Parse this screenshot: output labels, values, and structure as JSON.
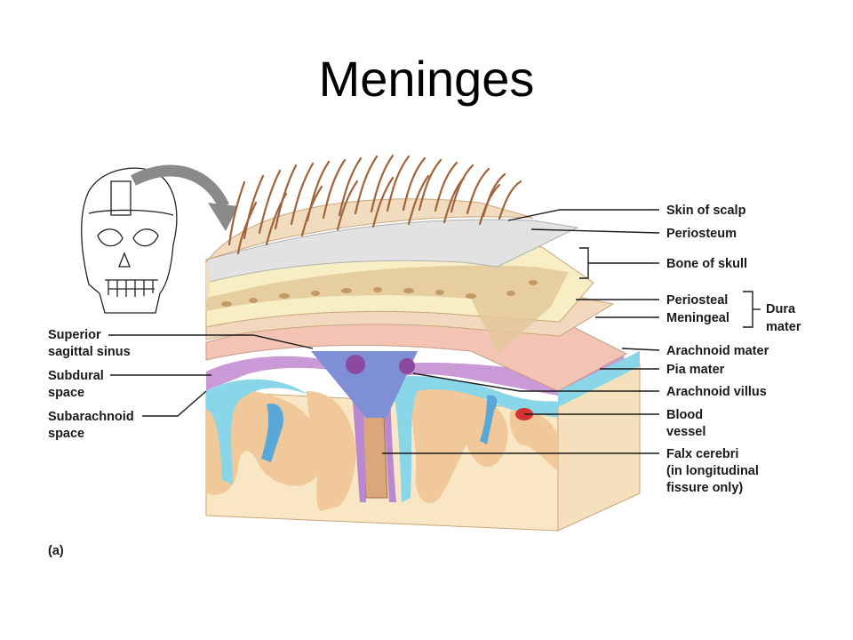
{
  "title": "Meninges",
  "panel_label": "(a)",
  "labels": {
    "skin_of_scalp": "Skin of scalp",
    "periosteum": "Periosteum",
    "bone_of_skull": "Bone of skull",
    "periosteal": "Periosteal",
    "meningeal": "Meningeal",
    "dura_line1": "Dura",
    "dura_line2": "mater",
    "arachnoid_mater": "Arachnoid mater",
    "pia_mater": "Pia mater",
    "arachnoid_villus": "Arachnoid villus",
    "blood_line1": "Blood",
    "blood_line2": "vessel",
    "falx_line1": "Falx cerebri",
    "falx_line2": "(in longitudinal",
    "falx_line3": "fissure only)",
    "sss_line1": "Superior",
    "sss_line2": "sagittal sinus",
    "subdural_line1": "Subdural",
    "subdural_line2": "space",
    "subarachnoid_line1": "Subarachnoid",
    "subarachnoid_line2": "space"
  },
  "colors": {
    "scalp": "#f2dcc0",
    "hair": "#a0643c",
    "periosteum": "#e2e2e2",
    "bone": "#f7eec4",
    "bone_spongy": "#e3c89a",
    "dura_periosteal": "#f1d8bf",
    "dura_meningeal": "#f3c4b3",
    "arachnoid": "#c99ad6",
    "arachnoid_dark": "#8b4a9f",
    "pia": "#88d6e8",
    "cortex": "#f0c89a",
    "white_matter": "#f8e6c4",
    "sinus": "#7e8fd6",
    "vessel": "#d63232",
    "arrow": "#8a8a8a"
  }
}
